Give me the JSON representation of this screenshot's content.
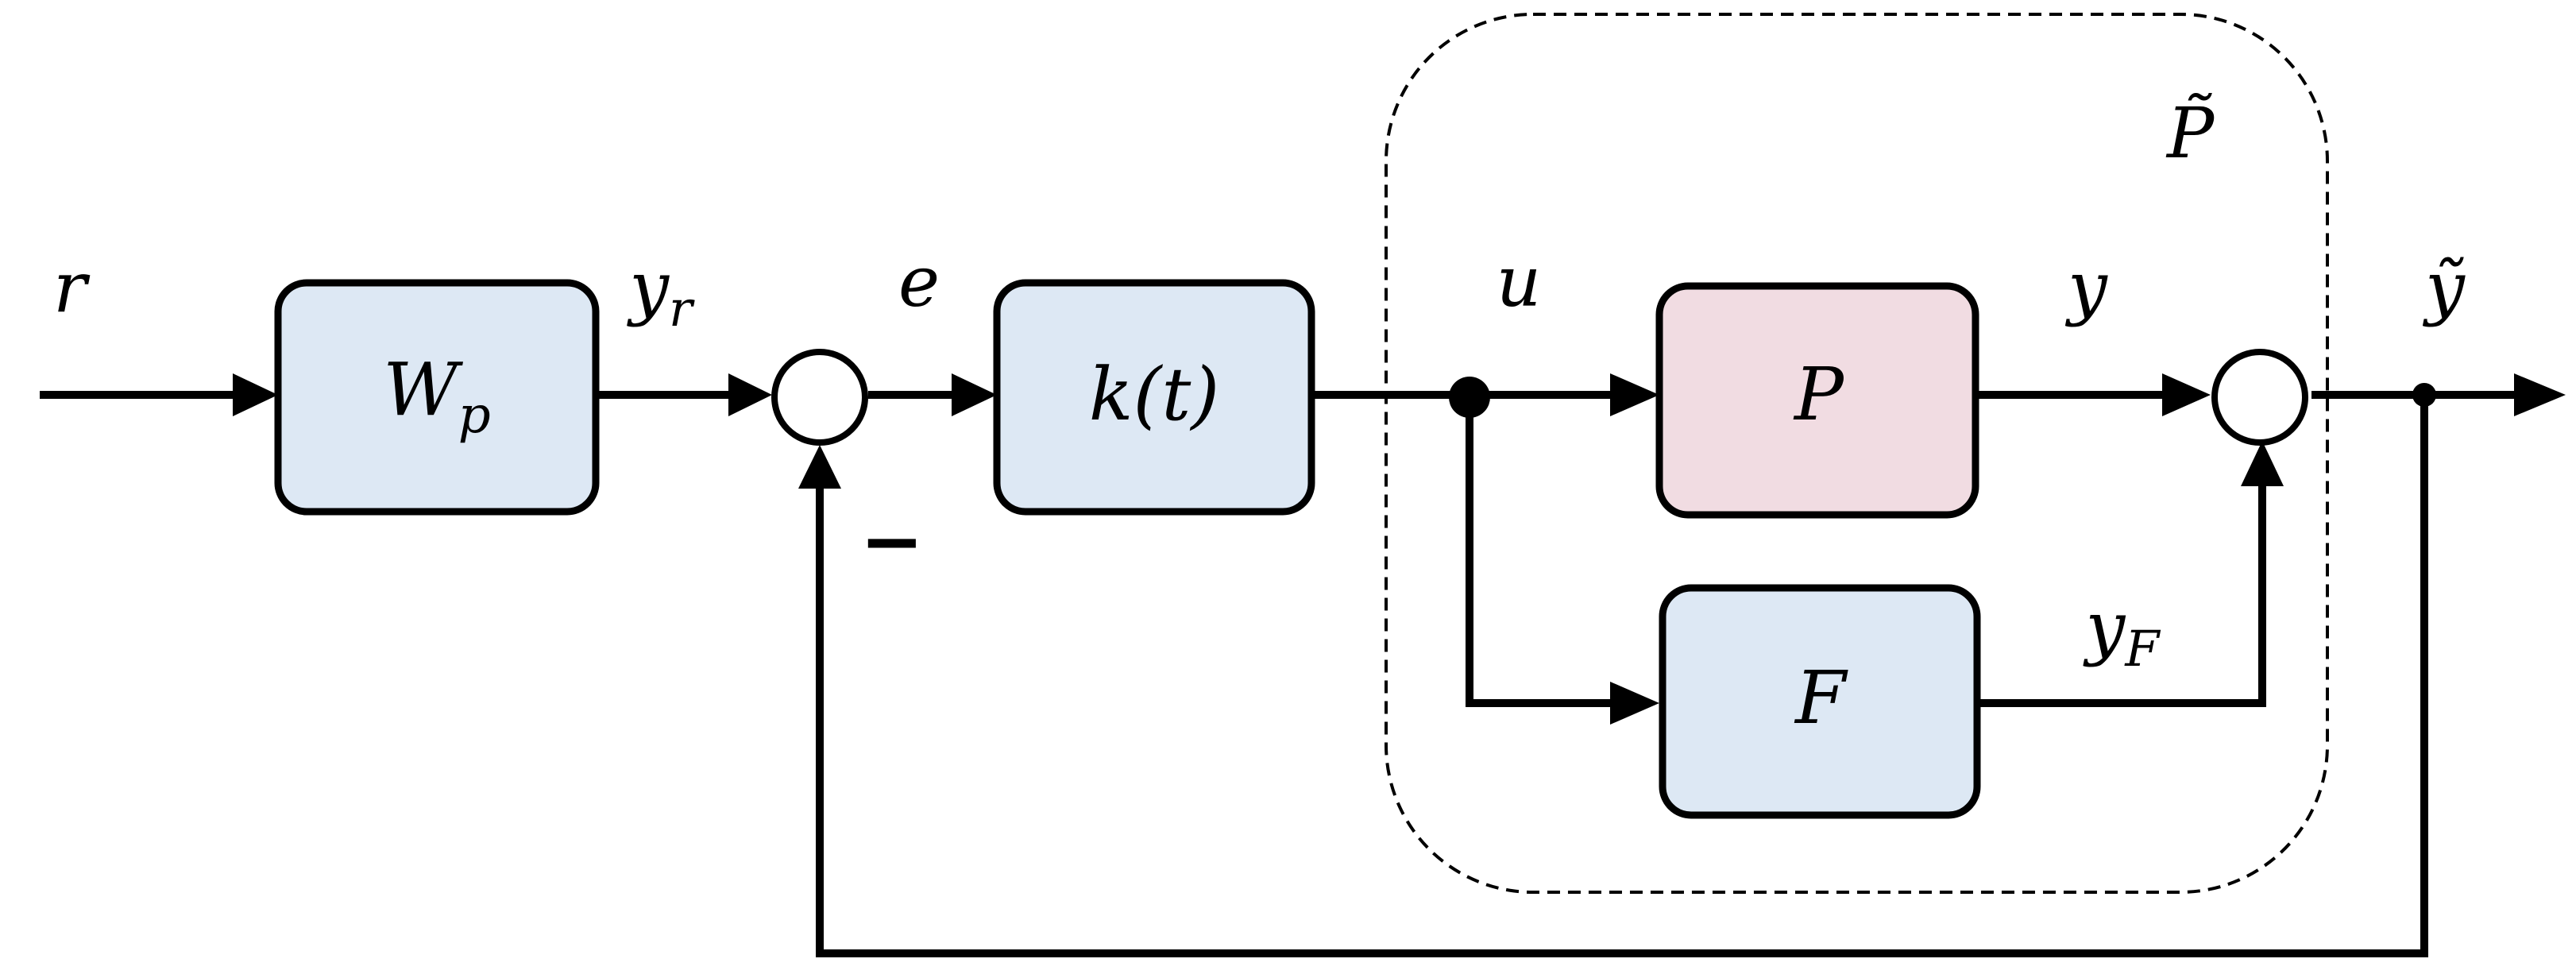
{
  "colors": {
    "block_blue": "#dde8f4",
    "block_pink": "#f1dce2",
    "line": "#000000"
  },
  "blocks": {
    "wp": {
      "label": "W",
      "sub": "p"
    },
    "k": {
      "label": "k(t)"
    },
    "p": {
      "label": "P"
    },
    "f": {
      "label": "F"
    }
  },
  "signals": {
    "r": {
      "label": "r"
    },
    "yr": {
      "label": "y",
      "sub": "r"
    },
    "e": {
      "label": "e"
    },
    "u": {
      "label": "u"
    },
    "y": {
      "label": "y"
    },
    "yf": {
      "label": "y",
      "sub": "F"
    },
    "ytilde": {
      "label": "ỹ"
    }
  },
  "group": {
    "label": "P̃"
  },
  "feedback_sign": "−"
}
